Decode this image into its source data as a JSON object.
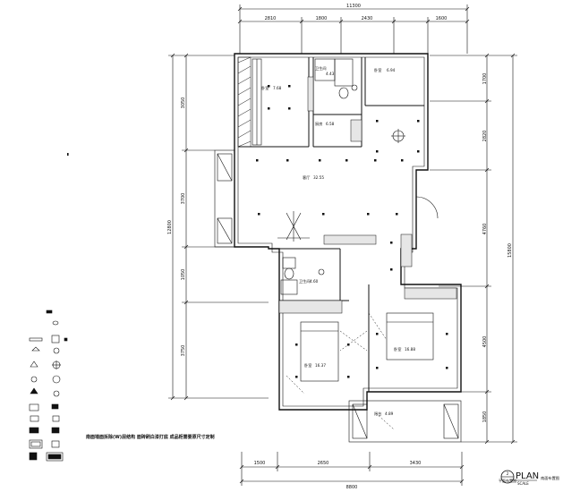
{
  "dims": {
    "top_total": "11300",
    "top_segments": [
      "2810",
      "1800",
      "2430",
      "1600"
    ],
    "bottom_segments": [
      "1500",
      "2650",
      "3430"
    ],
    "bottom_total": "8800",
    "left_segments": [
      "3050",
      "3700",
      "1050",
      "3750"
    ],
    "left_total": "12800",
    "right_segments": [
      "1700",
      "2820",
      "4760",
      "4500",
      "1850"
    ],
    "right_total": "15800"
  },
  "rooms": [
    {
      "name": "卧室",
      "area": "7.68"
    },
    {
      "name": "卫生间",
      "area": "4.43"
    },
    {
      "name": "卧室",
      "area": "6.94"
    },
    {
      "name": "厨房",
      "area": "6.58"
    },
    {
      "name": "客厅",
      "area": "32.55"
    },
    {
      "name": "卫生间",
      "area": "4.60"
    },
    {
      "name": "卧室",
      "area": "16.37"
    },
    {
      "name": "卧室",
      "area": "16.88"
    },
    {
      "name": "阳台",
      "area": "4.89"
    }
  ],
  "note": "南面墙面拆除(W)层结构 面砖刷白漆打底 成品柜需要原尺寸定制",
  "title_block": {
    "number": "2",
    "word": "PLAN",
    "scale_label": "SCALE",
    "sub_label": "平面布置图",
    "caption": "南面布置图"
  },
  "legend_items": [
    {
      "icon": "socket-icon"
    },
    {
      "icon": "lamp-icon"
    },
    {
      "icon": "switch-icon"
    },
    {
      "icon": "downlight-icon"
    },
    {
      "icon": "ceiling-light-icon"
    },
    {
      "icon": "fan-icon"
    },
    {
      "icon": "spotlight-icon"
    },
    {
      "icon": "tv-icon"
    },
    {
      "icon": "phone-icon"
    },
    {
      "icon": "network-icon"
    },
    {
      "icon": "ac-icon"
    },
    {
      "icon": "heater-icon"
    }
  ]
}
